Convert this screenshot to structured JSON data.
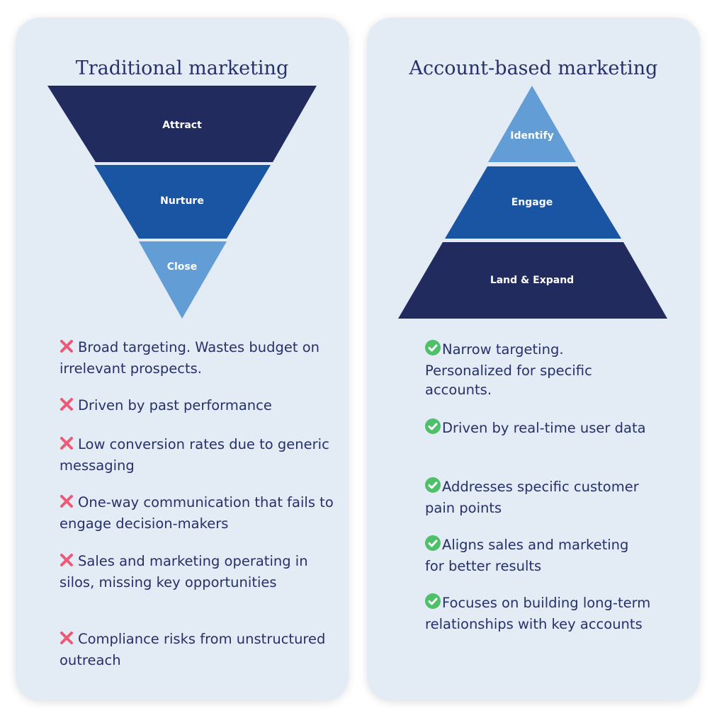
{
  "traditional": {
    "title": "Traditional marketing",
    "stages": [
      "Attract",
      "Nurture",
      "Close"
    ],
    "items": [
      "Broad targeting. Wastes budget on irrelevant prospects.",
      "Driven by past performance",
      "Low conversion rates due to generic messaging",
      "One-way communication that fails to engage decision-makers",
      "Sales and marketing operating in silos, missing key opportunities",
      "Compliance risks from unstructured outreach"
    ]
  },
  "abm": {
    "title": "Account-based marketing",
    "stages": [
      "Identify",
      "Engage",
      "Land & Expand"
    ],
    "items": [
      "Narrow targeting. Personalized for specific accounts.",
      "Driven by real-time user data",
      "Addresses specific customer pain points",
      "Aligns sales and marketing for better results",
      "Focuses on building long-term relationships with key accounts"
    ]
  },
  "colors": {
    "dark": "#222b5e",
    "mid": "#1a55a3",
    "light": "#639dd5",
    "cross": "#ec5a77",
    "check": "#4fbf6a",
    "text": "#26306a"
  }
}
